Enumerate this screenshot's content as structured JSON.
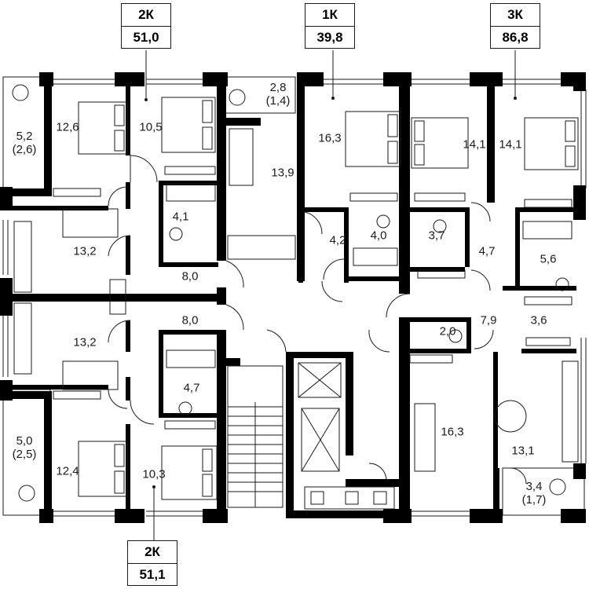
{
  "apartment_tags": [
    {
      "type": "2К",
      "area": "51,0"
    },
    {
      "type": "1К",
      "area": "39,8"
    },
    {
      "type": "3К",
      "area": "86,8"
    },
    {
      "type": "2К",
      "area": "51,1"
    }
  ],
  "rooms": {
    "balcony_tl": {
      "area": "5,2",
      "sub": "(2,6)"
    },
    "bedroom_tl": "12,6",
    "bedroom_tl2": "10,5",
    "balcony_1k": {
      "area": "2,8",
      "sub": "(1,4)"
    },
    "living_1k": "13,9",
    "bedroom_1k": "16,3",
    "bedroom_3k_a": "14,1",
    "bedroom_3k_b": "14,1",
    "bath_tl": "4,1",
    "kitchen_tl": "13,2",
    "hall_tl": "8,0",
    "hall_1k": "4,2",
    "bath_1k": "4,0",
    "wc_3k": "3,7",
    "hall_3k": "4,7",
    "bath_3k": "5,6",
    "hall_bl": "8,0",
    "kitchen_bl": "13,2",
    "wc2_3k": "2,0",
    "corridor_3k": "7,9",
    "storage_3k": "3,6",
    "bath_bl": "4,7",
    "balcony_bl": {
      "area": "5,0",
      "sub": "(2,5)"
    },
    "bedroom_bl": "12,4",
    "bedroom_bl2": "10,3",
    "living_3k": "16,3",
    "kitchen_3k": "13,1",
    "balcony_3k": {
      "area": "3,4",
      "sub": "(1,7)"
    }
  }
}
